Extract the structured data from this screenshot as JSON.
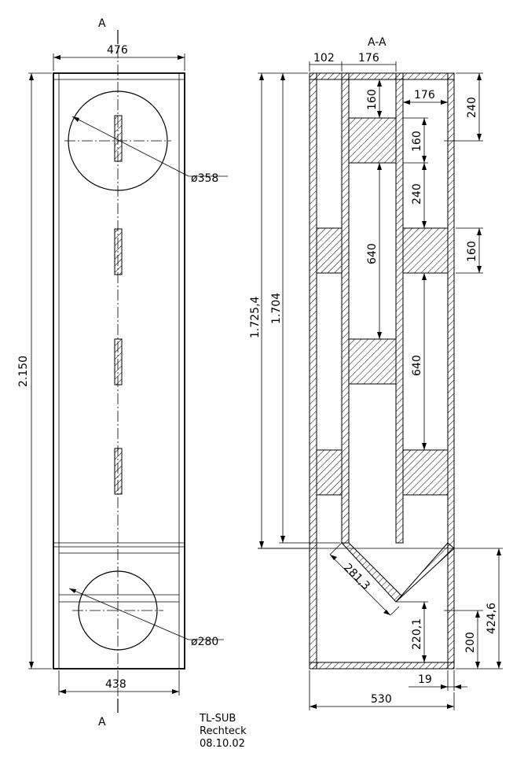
{
  "section_marks": {
    "top": "A",
    "bottom": "A",
    "section_title": "A-A"
  },
  "front_view": {
    "width_top": "476",
    "width_bottom": "438",
    "height": "2.150",
    "driver_top_dia": "ø358",
    "driver_bottom_dia": "ø280"
  },
  "section_view": {
    "dim_102": "102",
    "dim_176_top": "176",
    "dim_176_right": "176",
    "dim_160_a": "160",
    "dim_160_b": "160",
    "dim_160_c": "160",
    "dim_240_a": "240",
    "dim_240_b": "240",
    "dim_640_a": "640",
    "dim_640_b": "640",
    "dim_1725": "1.725,4",
    "dim_1704": "1.704",
    "dim_281": "281,3",
    "dim_220": "220,1",
    "dim_200": "200",
    "dim_424": "424,6",
    "dim_19": "19",
    "dim_530": "530"
  },
  "title_block": {
    "line1": "TL-SUB",
    "line2": "Rechteck",
    "line3": "08.10.02"
  }
}
